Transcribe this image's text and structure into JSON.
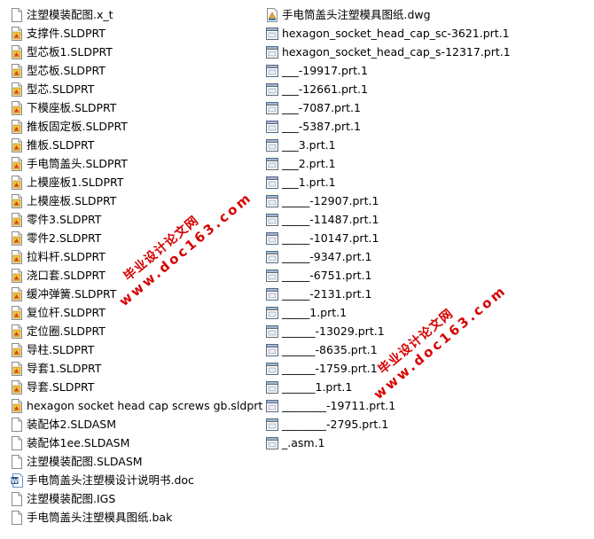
{
  "left_files": [
    {
      "name": "注塑模装配图.x_t",
      "icon": "blank-file-icon"
    },
    {
      "name": "支撑件.SLDPRT",
      "icon": "sldprt-icon"
    },
    {
      "name": "型芯板1.SLDPRT",
      "icon": "sldprt-icon"
    },
    {
      "name": "型芯板.SLDPRT",
      "icon": "sldprt-icon"
    },
    {
      "name": "型芯.SLDPRT",
      "icon": "sldprt-icon"
    },
    {
      "name": "下模座板.SLDPRT",
      "icon": "sldprt-icon"
    },
    {
      "name": "推板固定板.SLDPRT",
      "icon": "sldprt-icon"
    },
    {
      "name": "推板.SLDPRT",
      "icon": "sldprt-icon"
    },
    {
      "name": "手电筒盖头.SLDPRT",
      "icon": "sldprt-icon"
    },
    {
      "name": "上模座板1.SLDPRT",
      "icon": "sldprt-icon"
    },
    {
      "name": "上模座板.SLDPRT",
      "icon": "sldprt-icon"
    },
    {
      "name": "零件3.SLDPRT",
      "icon": "sldprt-icon"
    },
    {
      "name": "零件2.SLDPRT",
      "icon": "sldprt-icon"
    },
    {
      "name": "拉料杆.SLDPRT",
      "icon": "sldprt-icon"
    },
    {
      "name": "浇口套.SLDPRT",
      "icon": "sldprt-icon"
    },
    {
      "name": "缓冲弹簧.SLDPRT",
      "icon": "sldprt-icon"
    },
    {
      "name": "复位杆.SLDPRT",
      "icon": "sldprt-icon"
    },
    {
      "name": "定位圈.SLDPRT",
      "icon": "sldprt-icon"
    },
    {
      "name": "导柱.SLDPRT",
      "icon": "sldprt-icon"
    },
    {
      "name": "导套1.SLDPRT",
      "icon": "sldprt-icon"
    },
    {
      "name": "导套.SLDPRT",
      "icon": "sldprt-icon"
    },
    {
      "name": "hexagon socket head cap screws gb.sldprt",
      "icon": "sldprt-icon"
    },
    {
      "name": "装配体2.SLDASM",
      "icon": "blank-file-icon"
    },
    {
      "name": "装配体1ee.SLDASM",
      "icon": "blank-file-icon"
    },
    {
      "name": "注塑模装配图.SLDASM",
      "icon": "blank-file-icon"
    },
    {
      "name": "手电筒盖头注塑模设计说明书.doc",
      "icon": "word-doc-icon"
    },
    {
      "name": "注塑模装配图.IGS",
      "icon": "blank-file-icon"
    },
    {
      "name": "手电筒盖头注塑模具图纸.bak",
      "icon": "blank-file-icon"
    }
  ],
  "right_files": [
    {
      "name": "手电筒盖头注塑模具图纸.dwg",
      "icon": "dwg-icon"
    },
    {
      "name": "hexagon_socket_head_cap_sc-3621.prt.1",
      "icon": "prt-window-icon"
    },
    {
      "name": "hexagon_socket_head_cap_s-12317.prt.1",
      "icon": "prt-window-icon"
    },
    {
      "name": "___-19917.prt.1",
      "icon": "prt-window-icon"
    },
    {
      "name": "___-12661.prt.1",
      "icon": "prt-window-icon"
    },
    {
      "name": "___-7087.prt.1",
      "icon": "prt-window-icon"
    },
    {
      "name": "___-5387.prt.1",
      "icon": "prt-window-icon"
    },
    {
      "name": "___3.prt.1",
      "icon": "prt-window-icon"
    },
    {
      "name": "___2.prt.1",
      "icon": "prt-window-icon"
    },
    {
      "name": "___1.prt.1",
      "icon": "prt-window-icon"
    },
    {
      "name": "_____-12907.prt.1",
      "icon": "prt-window-icon"
    },
    {
      "name": "_____-11487.prt.1",
      "icon": "prt-window-icon"
    },
    {
      "name": "_____-10147.prt.1",
      "icon": "prt-window-icon"
    },
    {
      "name": "_____-9347.prt.1",
      "icon": "prt-window-icon"
    },
    {
      "name": "_____-6751.prt.1",
      "icon": "prt-window-icon"
    },
    {
      "name": "_____-2131.prt.1",
      "icon": "prt-window-icon"
    },
    {
      "name": "_____1.prt.1",
      "icon": "prt-window-icon"
    },
    {
      "name": "______-13029.prt.1",
      "icon": "prt-window-icon"
    },
    {
      "name": "______-8635.prt.1",
      "icon": "prt-window-icon"
    },
    {
      "name": "______-1759.prt.1",
      "icon": "prt-window-icon"
    },
    {
      "name": "______1.prt.1",
      "icon": "prt-window-icon"
    },
    {
      "name": "________-19711.prt.1",
      "icon": "prt-window-icon"
    },
    {
      "name": "________-2795.prt.1",
      "icon": "prt-window-icon"
    },
    {
      "name": "_.asm.1",
      "icon": "prt-window-icon"
    }
  ],
  "watermarks": [
    {
      "title": "毕业设计论文网",
      "url": "www.doc163.com"
    },
    {
      "title": "毕业设计论文网",
      "url": "www.doc163.com"
    }
  ],
  "colors": {
    "watermark": "#d60000",
    "text": "#000000",
    "background": "#ffffff"
  }
}
